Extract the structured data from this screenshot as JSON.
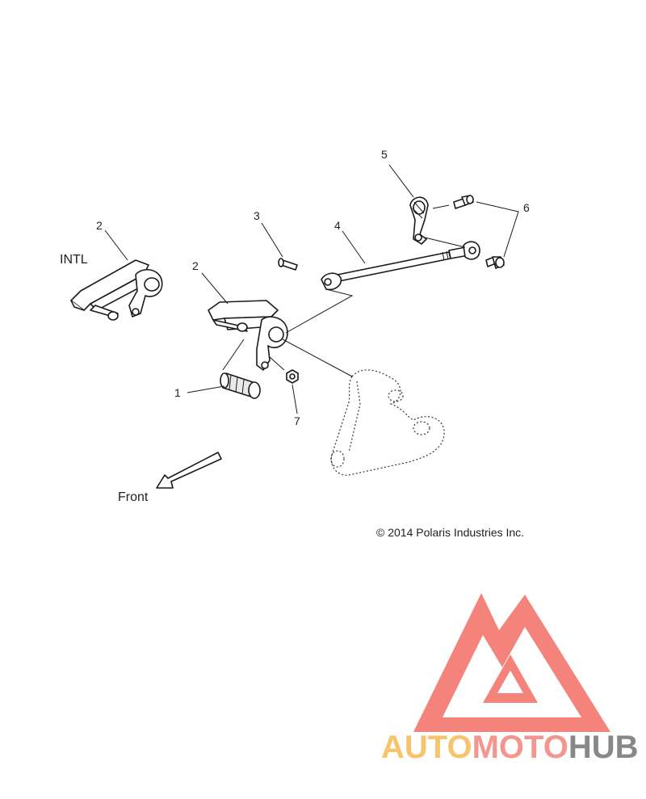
{
  "diagram": {
    "callouts": {
      "c1": "1",
      "c2_intl": "2",
      "c2": "2",
      "c3": "3",
      "c4": "4",
      "c5": "5",
      "c6": "6",
      "c7": "7"
    },
    "intl_label": "INTL",
    "front_label": "Front",
    "copyright": "© 2014 Polaris Industries Inc."
  },
  "watermark": {
    "brand_part1": "AUTO",
    "brand_part2": "MOTO",
    "brand_part3": "HUB",
    "colors": {
      "logo_red": "#f05a4f",
      "auto": "#f6b547",
      "moto": "#f27b73",
      "hub": "#6b6b6b"
    }
  }
}
